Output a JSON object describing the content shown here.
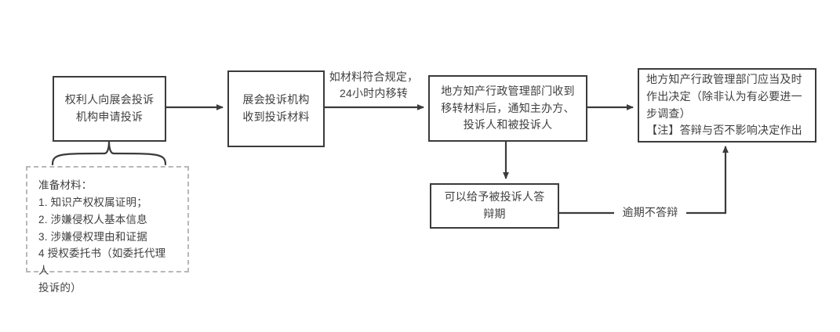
{
  "diagram": {
    "title": "展会知识产权投诉处理流程图",
    "stroke_color": "#3b3b3b",
    "dashed_stroke_color": "#b8b8b8",
    "text_color": "#3f3f3f",
    "background": "#ffffff",
    "nodes": [
      {
        "id": "node-rights-holder-complaint",
        "text": "权利人向展会投诉\n机构申请投诉"
      },
      {
        "id": "node-exhibition-agency-receives",
        "text": "展会投诉机构\n收到投诉材料"
      },
      {
        "id": "node-local-ip-dept-notifies",
        "text": "地方知产行政管理部门收到\n移转材料后，通知主办方、\n投诉人和被投诉人"
      },
      {
        "id": "node-local-ip-dept-decision",
        "text": "地方知产行政管理部门应当及时\n作出决定（除非认为有必要进一\n步调查）\n【注】答辩与否不影响决定作出"
      },
      {
        "id": "node-defense-period",
        "text": "可以给予被投诉人答\n辩期"
      }
    ],
    "note": {
      "id": "note-preparation-materials",
      "text": "准备材料：\n1. 知识产权权属证明；\n2. 涉嫌侵权人基本信息\n3. 涉嫌侵权理由和证据\n4 授权委托书（如委托代理人\n投诉的）"
    },
    "edge_labels": [
      {
        "id": "edge-label-transfer-within-24h",
        "text": "如材料符合规定，\n24小时内移转"
      },
      {
        "id": "edge-label-overdue-no-defense",
        "text": "逾期不答辩"
      }
    ]
  }
}
